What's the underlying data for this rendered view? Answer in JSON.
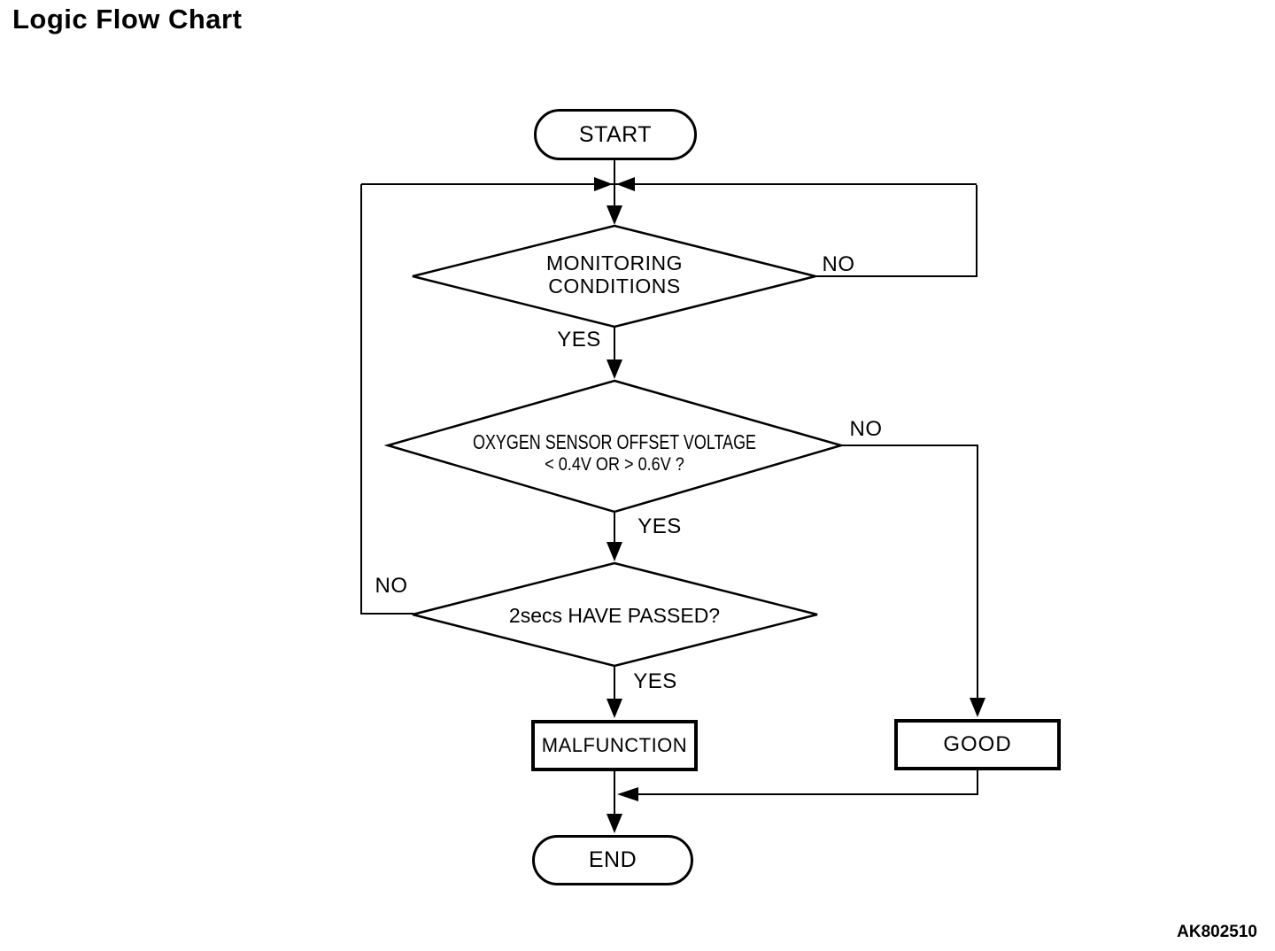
{
  "page": {
    "title": "Logic Flow Chart",
    "figure_code": "AK802510",
    "background_color": "#ffffff",
    "line_color": "#000000"
  },
  "nodes": {
    "start": {
      "type": "terminal",
      "label": "START"
    },
    "monitoring": {
      "type": "decision",
      "line1": "MONITORING",
      "line2": "CONDITIONS"
    },
    "oxygen": {
      "type": "decision",
      "line1": "OXYGEN SENSOR OFFSET VOLTAGE",
      "line2": "< 0.4V OR > 0.6V ?"
    },
    "twosecs": {
      "type": "decision",
      "label": "2secs HAVE PASSED?"
    },
    "malfunction": {
      "type": "process",
      "label": "MALFUNCTION"
    },
    "good": {
      "type": "process",
      "label": "GOOD"
    },
    "end": {
      "type": "terminal",
      "label": "END"
    }
  },
  "edge_labels": {
    "monitoring_yes": "YES",
    "monitoring_no": "NO",
    "oxygen_yes": "YES",
    "oxygen_no": "NO",
    "twosecs_yes": "YES",
    "twosecs_no": "NO"
  },
  "edges": [
    {
      "from": "start",
      "to": "merge-junction"
    },
    {
      "from": "merge-junction",
      "to": "monitoring"
    },
    {
      "from": "monitoring",
      "to": "oxygen",
      "label": "YES"
    },
    {
      "from": "monitoring",
      "to": "merge-junction",
      "label": "NO",
      "route": "right-loop"
    },
    {
      "from": "oxygen",
      "to": "twosecs",
      "label": "YES"
    },
    {
      "from": "oxygen",
      "to": "good",
      "label": "NO",
      "route": "right-down"
    },
    {
      "from": "twosecs",
      "to": "malfunction",
      "label": "YES"
    },
    {
      "from": "twosecs",
      "to": "merge-junction",
      "label": "NO",
      "route": "left-loop"
    },
    {
      "from": "malfunction",
      "to": "end"
    },
    {
      "from": "good",
      "to": "end",
      "route": "down-left-merge"
    }
  ]
}
